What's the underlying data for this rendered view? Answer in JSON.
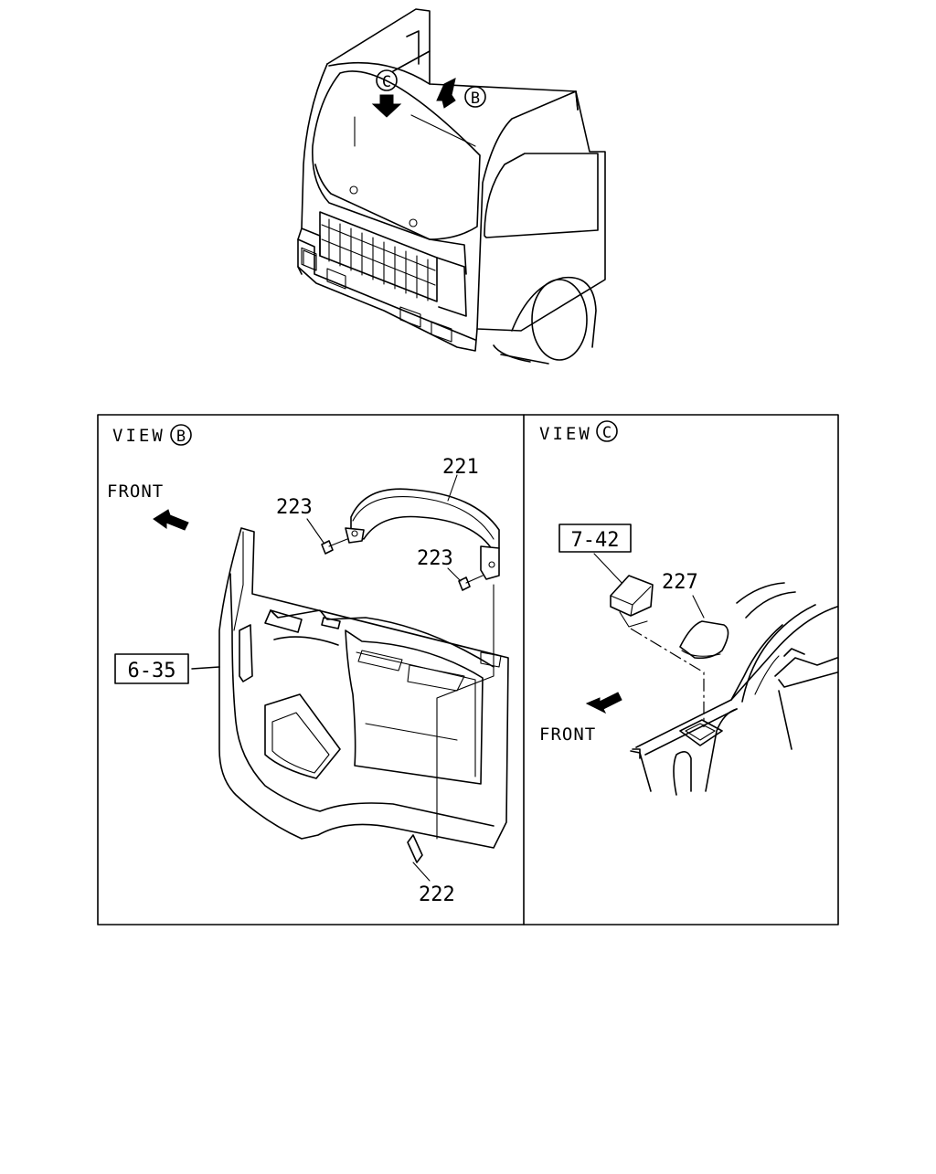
{
  "top_callouts": {
    "view_c_letter": "C",
    "view_b_letter": "B"
  },
  "panel_b": {
    "view_word": "VIEW",
    "view_letter": "B",
    "front_label": "FRONT",
    "ref_box": "6-35",
    "parts": {
      "p221": "221",
      "p223_left": "223",
      "p223_right": "223",
      "p222": "222"
    }
  },
  "panel_c": {
    "view_word": "VIEW",
    "view_letter": "C",
    "front_label": "FRONT",
    "ref_box": "7-42",
    "parts": {
      "p227": "227"
    }
  }
}
